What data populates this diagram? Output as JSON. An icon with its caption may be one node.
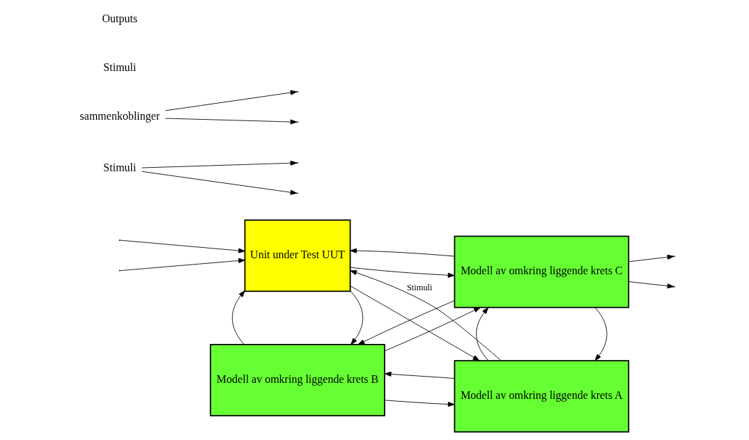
{
  "diagram": {
    "nodes": [
      {
        "text": [
          "Unit under Test UUT"
        ]
      },
      {
        "text": [
          "Modell av omkring liggende krets A"
        ]
      },
      {
        "text": [
          "Modell av omkring liggende krets B"
        ]
      },
      {
        "text": [
          "Modell av omkring liggende krets C"
        ]
      },
      {
        "text": [
          "Stimuli"
        ]
      },
      {
        "text": [
          "sammenkoblinger"
        ]
      }
    ],
    "edges": [
      {
        "from": null,
        "to": 0,
        "arrow": "to"
      },
      {
        "from": null,
        "to": 0,
        "arrow": "to"
      },
      {
        "from": 0,
        "to": 1,
        "arrow": "to"
      },
      {
        "from": 1,
        "to": 0,
        "arrow": "to",
        "label": "Stimuli"
      },
      {
        "from": 0,
        "to": 2,
        "arrow": "to"
      },
      {
        "from": 2,
        "to": 0,
        "arrow": "to"
      },
      {
        "from": 0,
        "to": 3,
        "arrow": "to"
      },
      {
        "from": 3,
        "to": 0,
        "arrow": "to"
      },
      {
        "from": 1,
        "to": 2,
        "arrow": "to"
      },
      {
        "from": 2,
        "to": 1,
        "arrow": "to"
      },
      {
        "from": 3,
        "to": 1,
        "arrow": "to"
      },
      {
        "from": 1,
        "to": 3,
        "arrow": "to"
      },
      {
        "from": 2,
        "to": 3,
        "arrow": "to"
      },
      {
        "from": 3,
        "to": 2,
        "arrow": "to"
      },
      {
        "from": 3,
        "to": null,
        "arrow": "to"
      },
      {
        "from": 3,
        "to": null,
        "arrow": "to"
      },
      {
        "from": 4,
        "to": null,
        "arrow": "to"
      },
      {
        "from": 4,
        "to": null,
        "arrow": "to"
      },
      {
        "from": 5,
        "to": null,
        "arrow": "to"
      },
      {
        "from": 5,
        "to": null,
        "arrow": "to"
      }
    ],
    "labels": [
      "Stimuli",
      "Outputs"
    ]
  }
}
